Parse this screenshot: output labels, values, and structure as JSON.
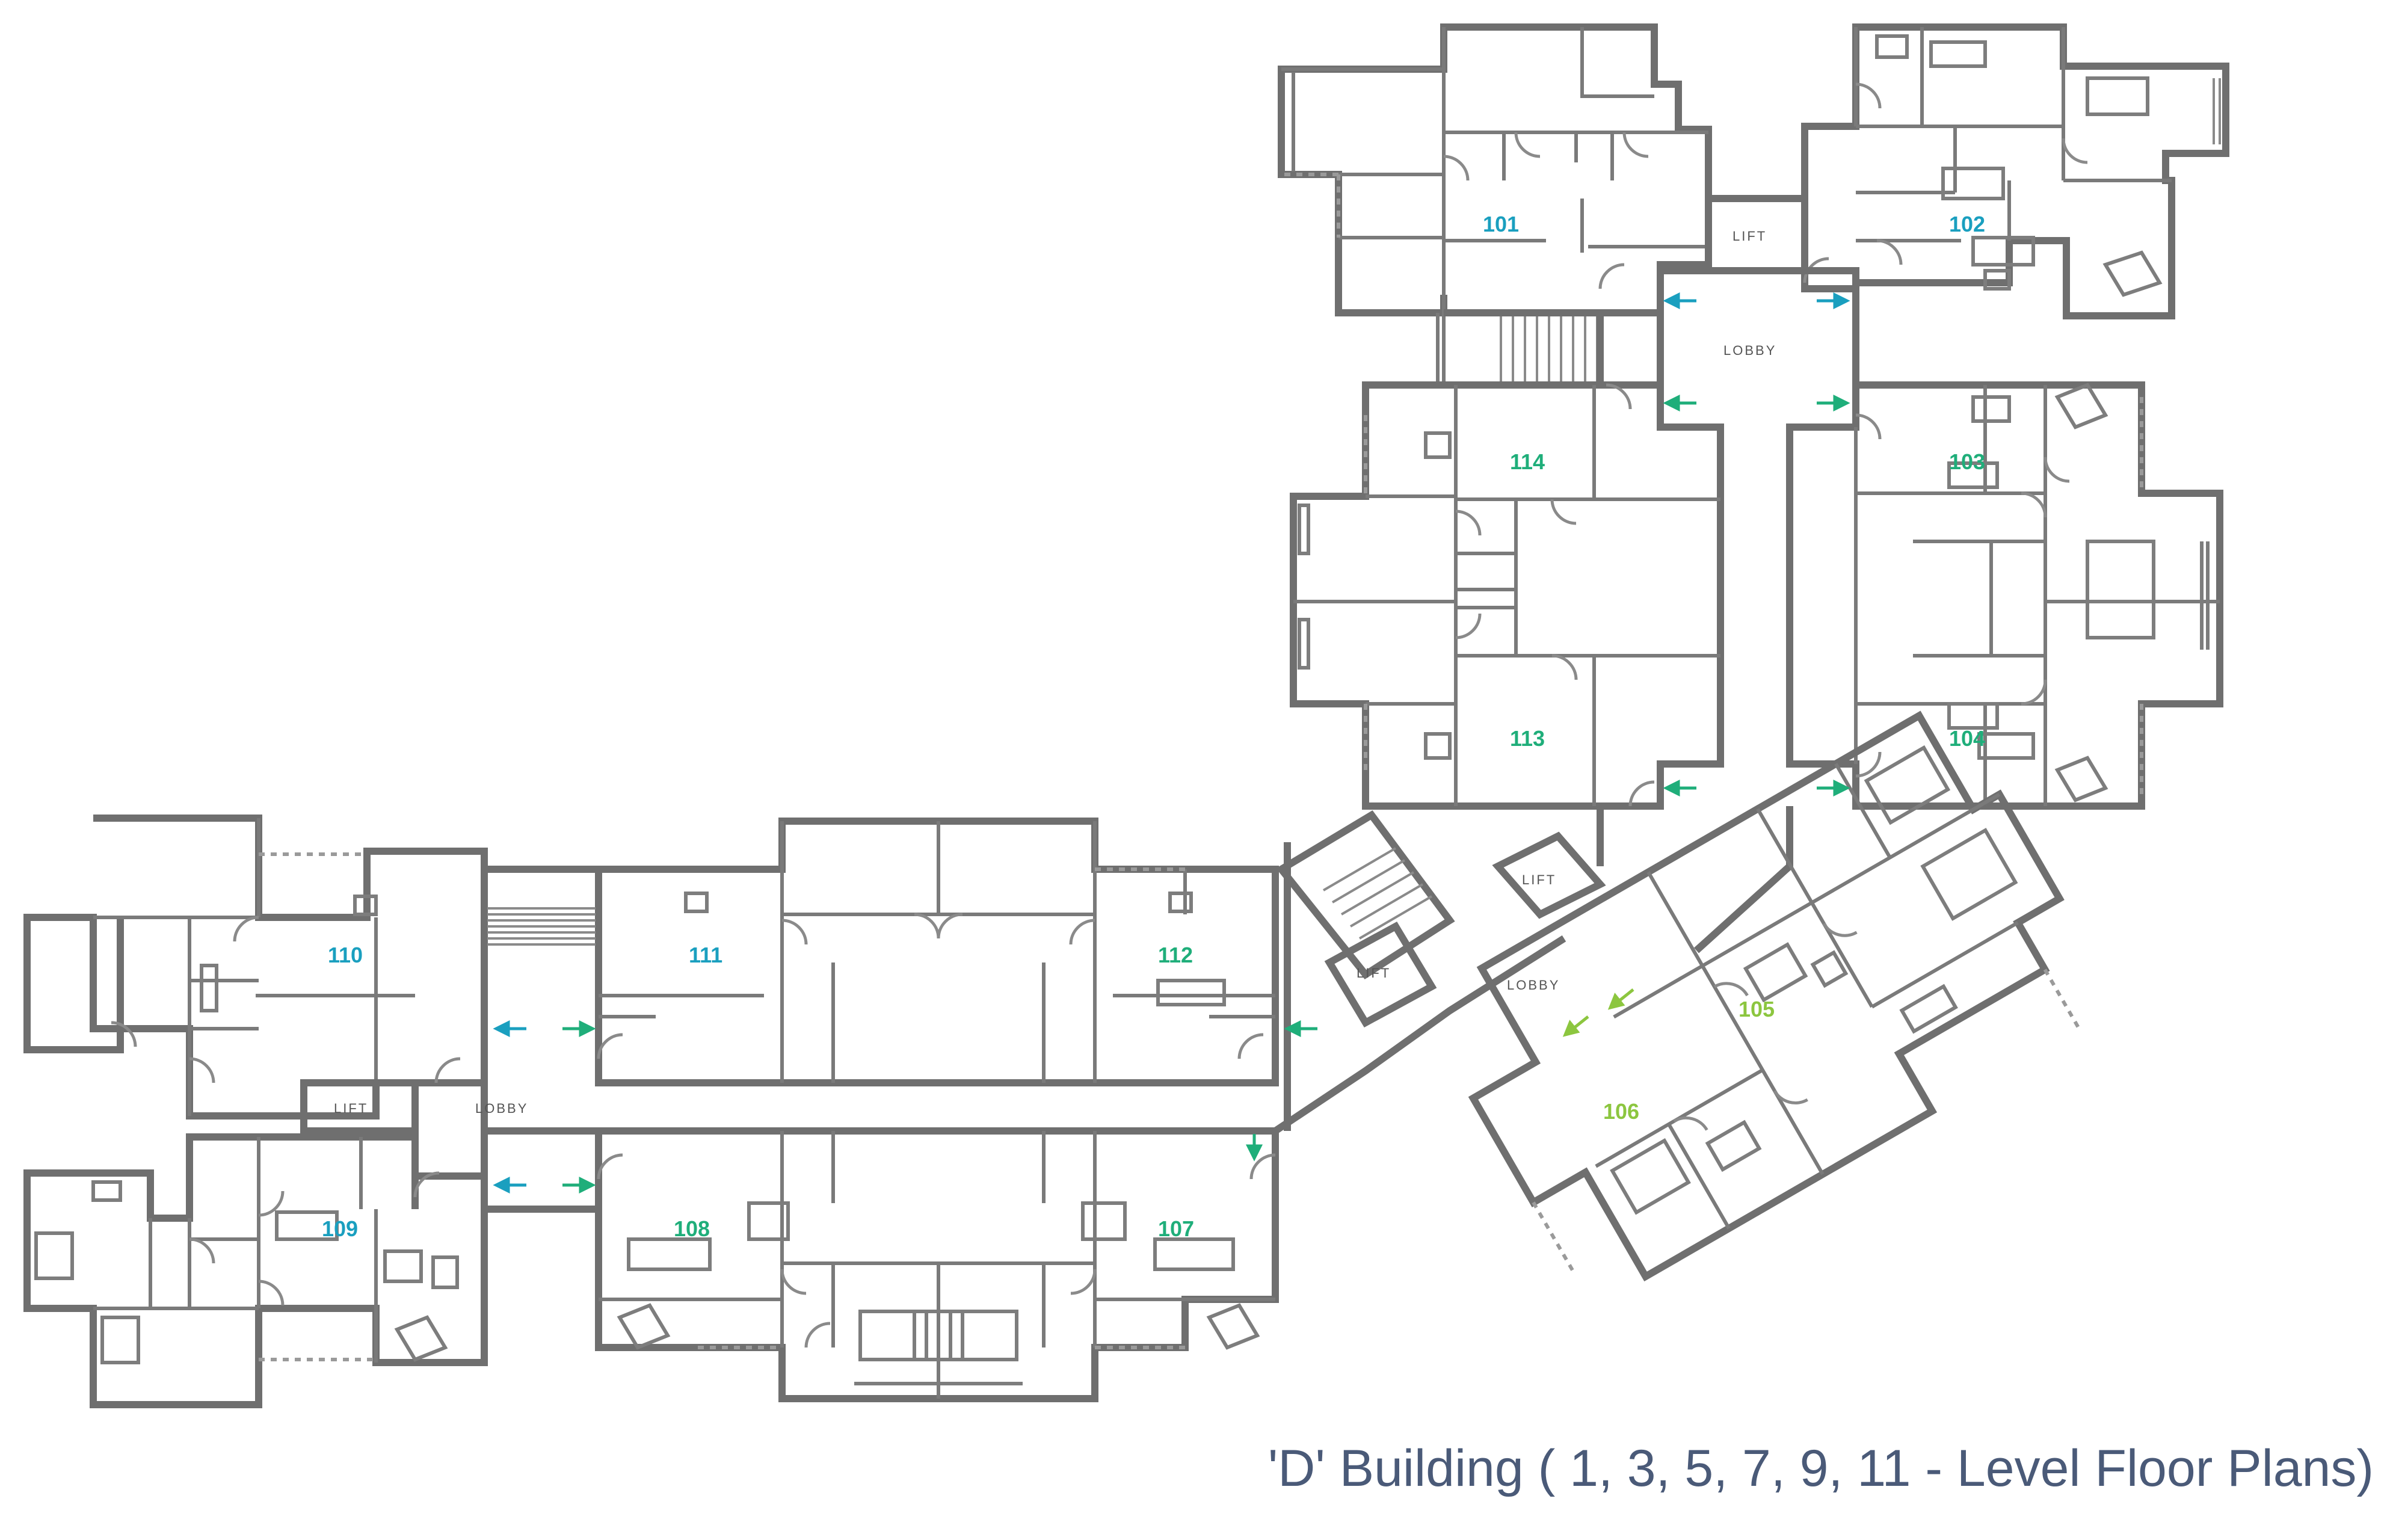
{
  "caption": "'D' Building ( 1, 3, 5, 7, 9, 11 - Level Floor Plans)",
  "colors": {
    "blue": "#1a9fbf",
    "teal": "#1fae7a",
    "lime": "#8cc63f",
    "wall": "#6f6f6f",
    "caption": "#4a5a78"
  },
  "units": [
    {
      "id": "101",
      "label": "101",
      "color": "blue"
    },
    {
      "id": "102",
      "label": "102",
      "color": "blue"
    },
    {
      "id": "103",
      "label": "103",
      "color": "teal"
    },
    {
      "id": "104",
      "label": "104",
      "color": "teal"
    },
    {
      "id": "105",
      "label": "105",
      "color": "lime"
    },
    {
      "id": "106",
      "label": "106",
      "color": "lime"
    },
    {
      "id": "107",
      "label": "107",
      "color": "teal"
    },
    {
      "id": "108",
      "label": "108",
      "color": "teal"
    },
    {
      "id": "109",
      "label": "109",
      "color": "blue"
    },
    {
      "id": "110",
      "label": "110",
      "color": "blue"
    },
    {
      "id": "111",
      "label": "111",
      "color": "blue"
    },
    {
      "id": "112",
      "label": "112",
      "color": "teal"
    },
    {
      "id": "113",
      "label": "113",
      "color": "teal"
    },
    {
      "id": "114",
      "label": "114",
      "color": "teal"
    }
  ],
  "core_labels": {
    "lift_north": "LIFT",
    "lobby_north": "LOBBY",
    "lift_mid_a": "LIFT",
    "lift_mid_b": "LIFT",
    "lobby_mid": "LOBBY",
    "lift_west": "LIFT",
    "lobby_west": "LOBBY"
  }
}
